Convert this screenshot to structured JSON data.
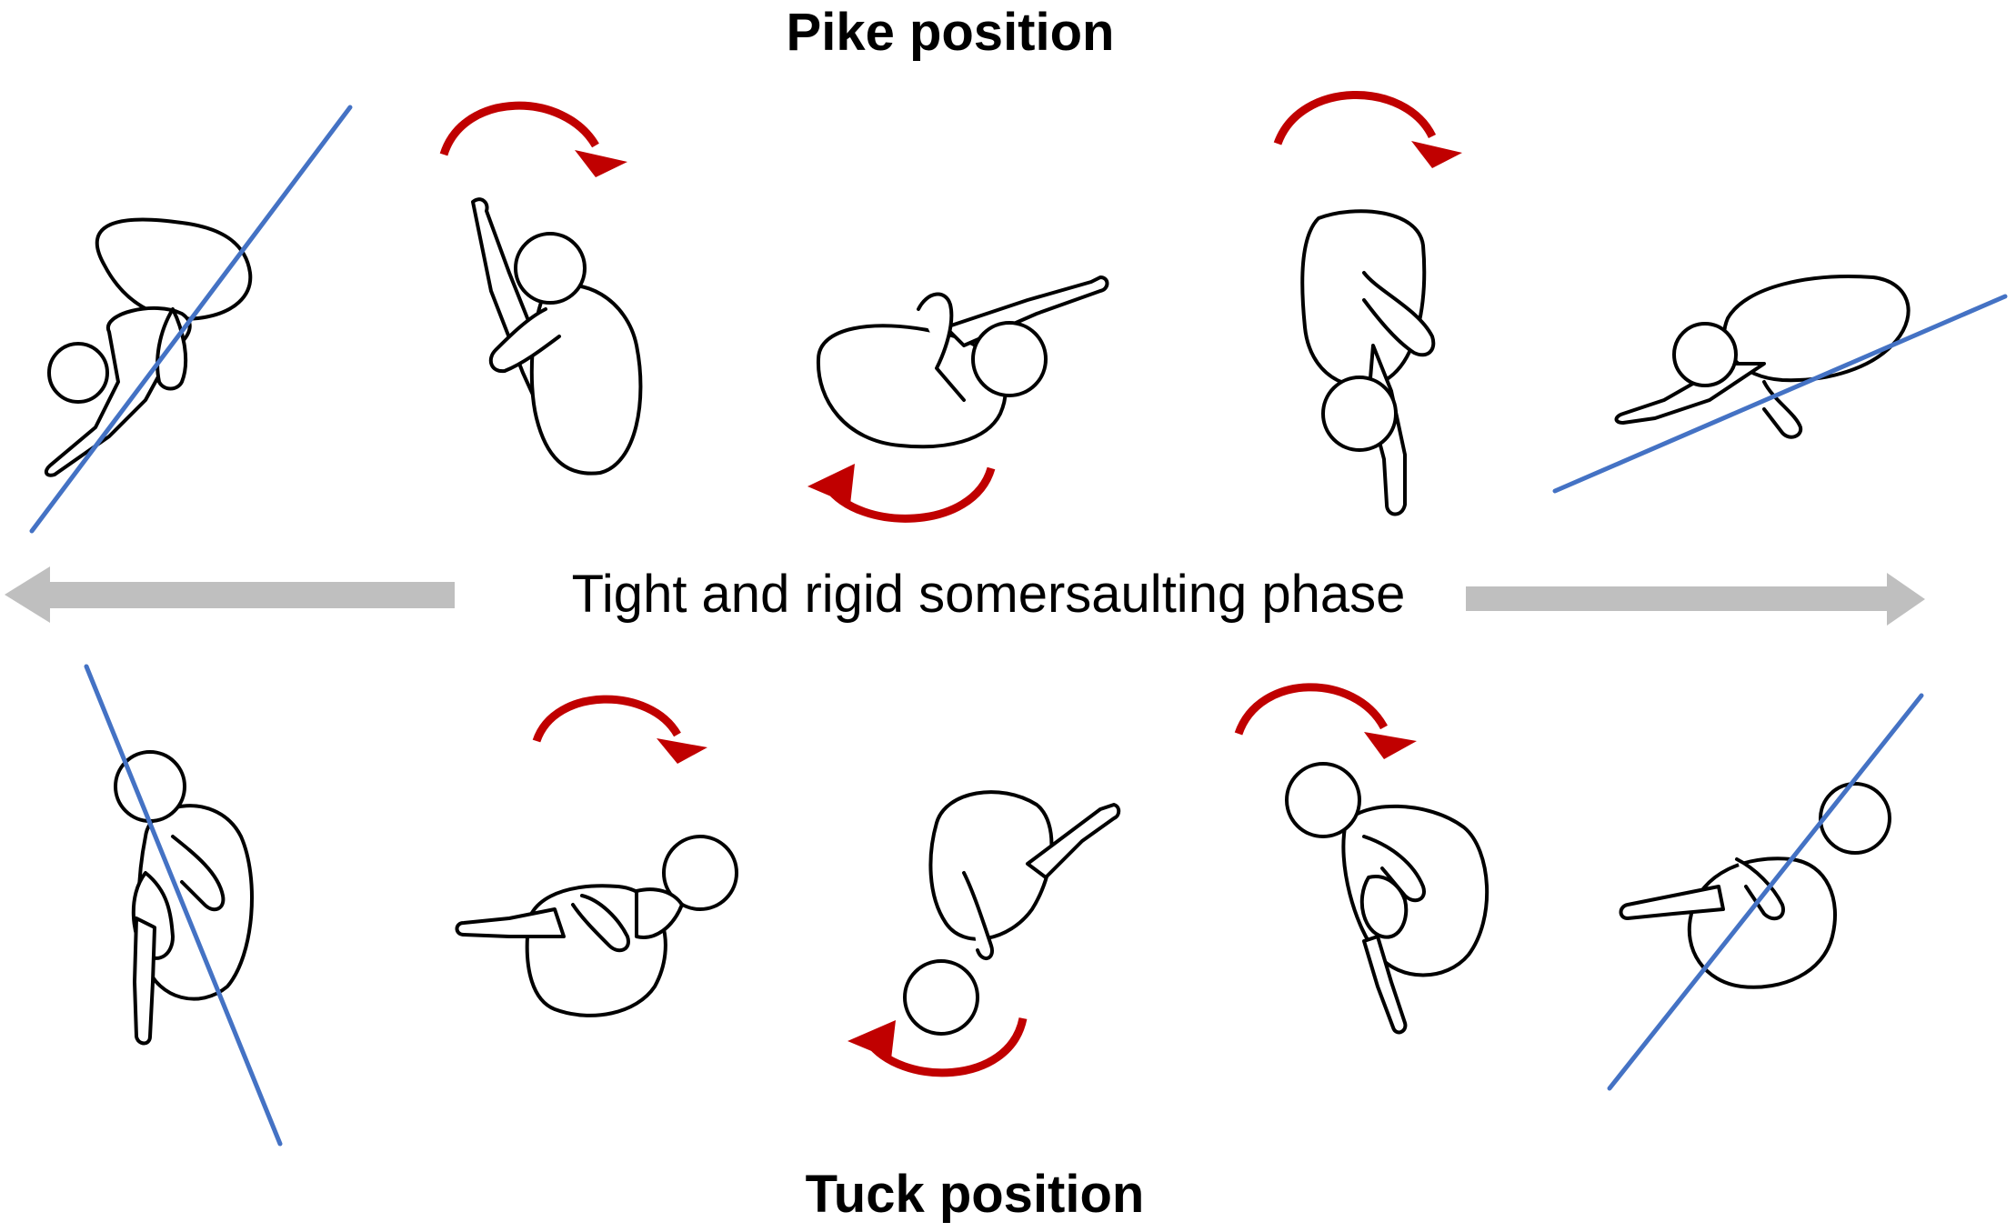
{
  "labels": {
    "pike_title": "Pike position",
    "tuck_title": "Tuck position",
    "phase_label": "Tight and rigid somersaulting phase"
  },
  "colors": {
    "rotation_arrow": "#c00000",
    "body_axis_line": "#4472c4",
    "phase_arrow": "#bfbfbf",
    "figure_stroke": "#000000"
  },
  "icons": [
    "diver-pike-figure",
    "diver-tuck-figure",
    "rotation-arrow-icon",
    "body-axis-line",
    "phase-double-arrow"
  ]
}
